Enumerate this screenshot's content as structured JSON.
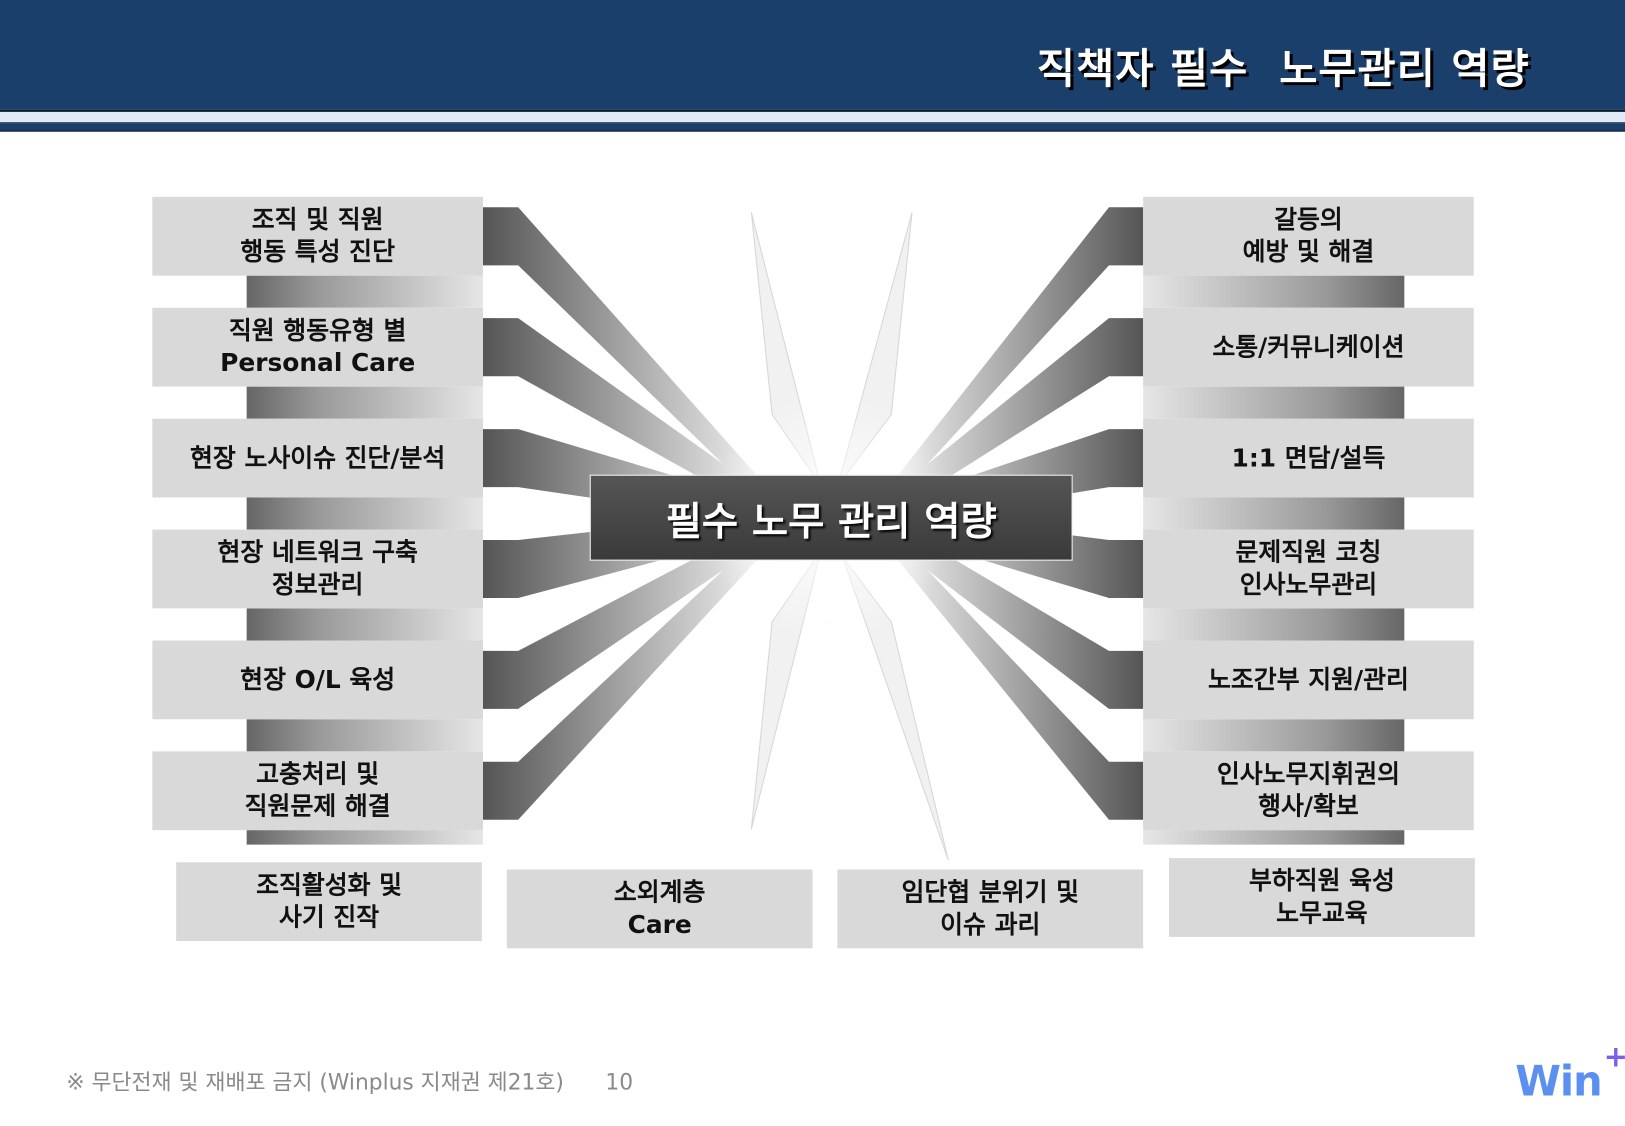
{
  "header": {
    "title": "직책자 필수  노무관리 역량"
  },
  "center": {
    "label": "필수 노무 관리 역량"
  },
  "left_items": [
    "조직 및 직원\n행동 특성 진단",
    "직원 행동유형 별\nPersonal Care",
    "현장 노사이슈 진단/분석",
    "현장 네트워크 구축\n정보관리",
    "현장 O/L 육성",
    "고충처리 및\n직원문제 해결"
  ],
  "right_items": [
    "갈등의\n예방 및 해결",
    "소통/커뮤니케이션",
    "1:1 면담/설득",
    "문제직원 코칭\n인사노무관리",
    "노조간부 지원/관리",
    "인사노무지휘권의\n행사/확보"
  ],
  "bottom_items": [
    "조직활성화 및\n사기 진작",
    "소외계층\nCare",
    "임단협 분위기 및\n이슈 과리",
    "부하직원 육성\n노무교육"
  ],
  "footer": {
    "notice": "※ 무단전재 및 재배포 금지 (Winplus 지재권 제21호)",
    "page_number": "10",
    "logo": "Win",
    "logo_plus": "+"
  },
  "colors": {
    "header": "#1a3f6b",
    "box": "#d9d9d9",
    "center": "#444444"
  }
}
